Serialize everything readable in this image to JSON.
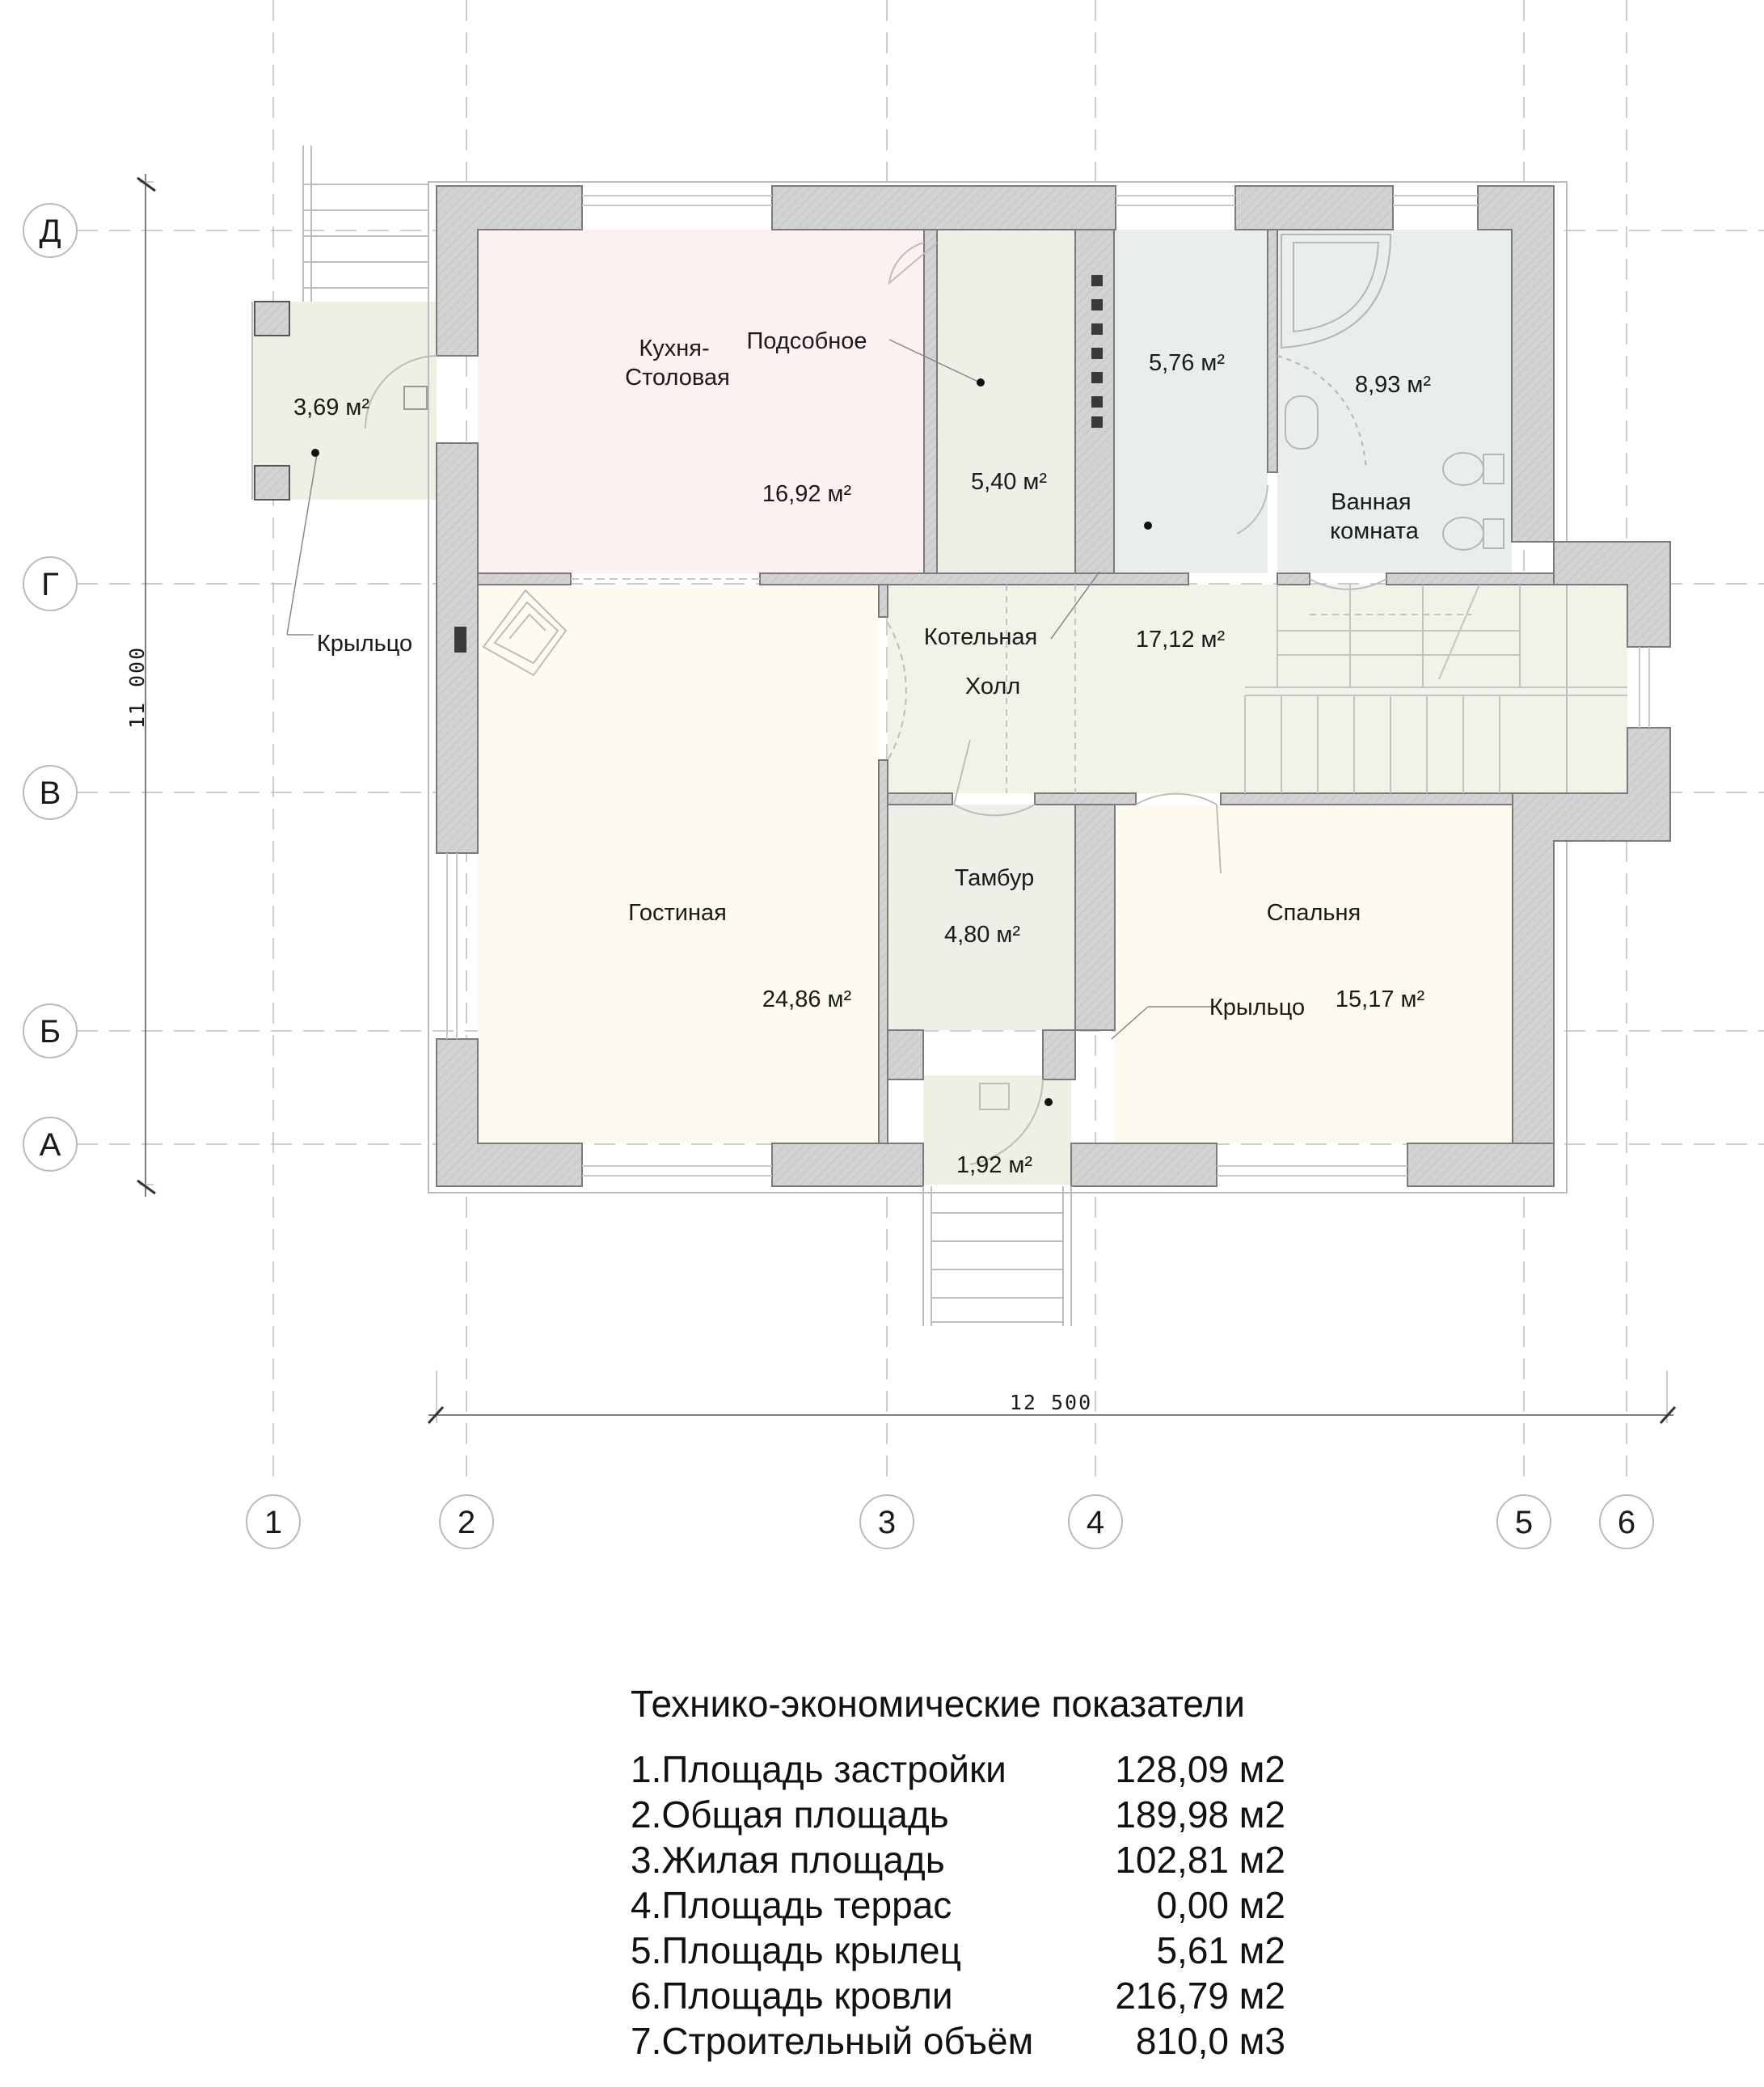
{
  "plan": {
    "axes_letters": [
      "Д",
      "Г",
      "В",
      "Б",
      "А"
    ],
    "axes_numbers": [
      "1",
      "2",
      "3",
      "4",
      "5",
      "6"
    ],
    "dim_vertical": "11 000",
    "dim_horizontal": "12 500",
    "rooms": {
      "kitchen_name": "Кухня-\nСтоловая",
      "kitchen_area": "16,92 м²",
      "utility_name": "Подсобное",
      "utility_area": "5,40 м²",
      "wc_area": "5,76 м²",
      "bath_area": "8,93 м²",
      "bath_name": "Ванная\nкомната",
      "porch_left_area": "3,69 м²",
      "porch_left_name": "Крыльцо",
      "boiler_name": "Котельная",
      "hall_name": "Холл",
      "hall_area": "17,12 м²",
      "living_name": "Гостиная",
      "living_area": "24,86 м²",
      "vestibule_name": "Тамбур",
      "vestibule_area": "4,80 м²",
      "bedroom_name": "Спальня",
      "bedroom_area": "15,17 м²",
      "porch_front_name": "Крыльцо",
      "porch_front_area": "1,92 м²"
    },
    "colors": {
      "wall": "#d2d2d2",
      "kitchen": "#fdf0f1",
      "utility": "#eeefe6",
      "wc": "#e8eeee",
      "bath": "#e8eeee",
      "hall": "#f1f2e8",
      "living": "#fdfbef",
      "vestibule": "#eeefe6",
      "bedroom": "#fdfbef",
      "porch": "#eef0e3"
    }
  },
  "indicators": {
    "title": "Технико-экономические показатели",
    "rows": [
      {
        "name": "1.Площадь застройки",
        "value": "128,09 м2"
      },
      {
        "name": "2.Общая площадь",
        "value": "189,98 м2"
      },
      {
        "name": "3.Жилая площадь",
        "value": "102,81 м2"
      },
      {
        "name": "4.Площадь террас",
        "value": "0,00 м2"
      },
      {
        "name": "5.Площадь крылец",
        "value": "5,61 м2"
      },
      {
        "name": "6.Площадь кровли",
        "value": "216,79 м2"
      },
      {
        "name": "7.Строительный объём",
        "value": "810,0 м3"
      }
    ]
  }
}
